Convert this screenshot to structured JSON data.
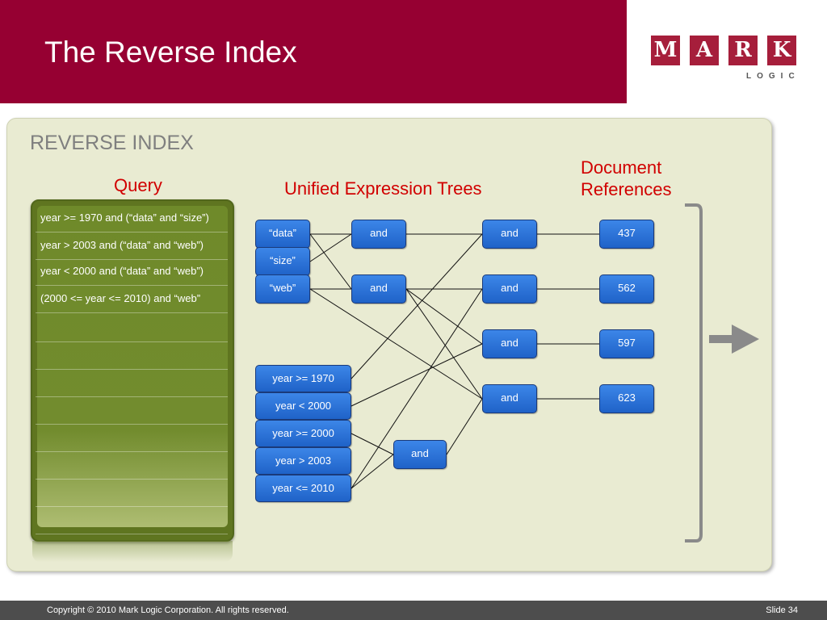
{
  "slide": {
    "title": "The Reverse Index",
    "logo": {
      "letters": [
        "M",
        "A",
        "R",
        "K"
      ],
      "subtitle": "LOGIC"
    },
    "section_title": "REVERSE INDEX",
    "footer": {
      "copyright": "Copyright © 2010 Mark Logic Corporation.  All rights reserved.",
      "slide_number": "Slide 34"
    }
  },
  "headings": {
    "query": "Query",
    "trees": "Unified Expression Trees",
    "doc_refs_line1": "Document",
    "doc_refs_line2": "References"
  },
  "queries": [
    "year >= 1970 and (“data” and “size”)",
    "year > 2003 and (“data” and “web”)",
    "year < 2000 and (“data” and “web”)",
    "(2000 <= year <= 2010) and “web”"
  ],
  "nodes": {
    "terms": [
      "“data”",
      "“size”",
      "“web”"
    ],
    "ranges": [
      "year >= 1970",
      "year < 2000",
      "year >= 2000",
      "year > 2003",
      "year <= 2010"
    ],
    "and_label": "and",
    "docs": [
      "437",
      "562",
      "597",
      "623"
    ]
  },
  "colors": {
    "header": "#960032",
    "accent_red": "#d10000",
    "node_blue": "#2a6fd6",
    "query_green": "#6f8a2a",
    "panel": "#e9ebd2",
    "arrow": "#888888"
  },
  "icons": {
    "bracket": "right-bracket-icon",
    "arrow": "right-arrow-icon"
  }
}
